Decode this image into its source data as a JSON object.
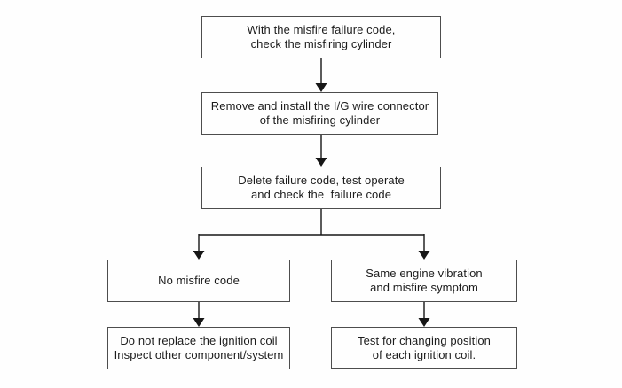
{
  "diagram": {
    "type": "flowchart",
    "colors": {
      "background": "#fefefe",
      "box_border": "#4d4d4d",
      "connector_line": "#161616",
      "text": "#1c1c1c"
    },
    "nodes": [
      {
        "id": "step-1",
        "text": "With the misfire failure code,\ncheck the misfiring cylinder"
      },
      {
        "id": "step-2",
        "text": "Remove and install the I/G wire connector\nof the misfiring cylinder"
      },
      {
        "id": "step-3",
        "text": "Delete failure code, test operate\nand check the  failure code"
      },
      {
        "id": "branch-left",
        "text": "No misfire code"
      },
      {
        "id": "branch-right",
        "text": "Same engine vibration\nand misfire symptom"
      },
      {
        "id": "result-left",
        "text": "Do not replace the ignition coil\nInspect other component/system"
      },
      {
        "id": "result-right",
        "text": "Test for changing position\nof each ignition coil."
      }
    ],
    "edges": [
      {
        "from": "step-1",
        "to": "step-2"
      },
      {
        "from": "step-2",
        "to": "step-3"
      },
      {
        "from": "step-3",
        "to": "branch-left"
      },
      {
        "from": "step-3",
        "to": "branch-right"
      },
      {
        "from": "branch-left",
        "to": "result-left"
      },
      {
        "from": "branch-right",
        "to": "result-right"
      }
    ]
  }
}
